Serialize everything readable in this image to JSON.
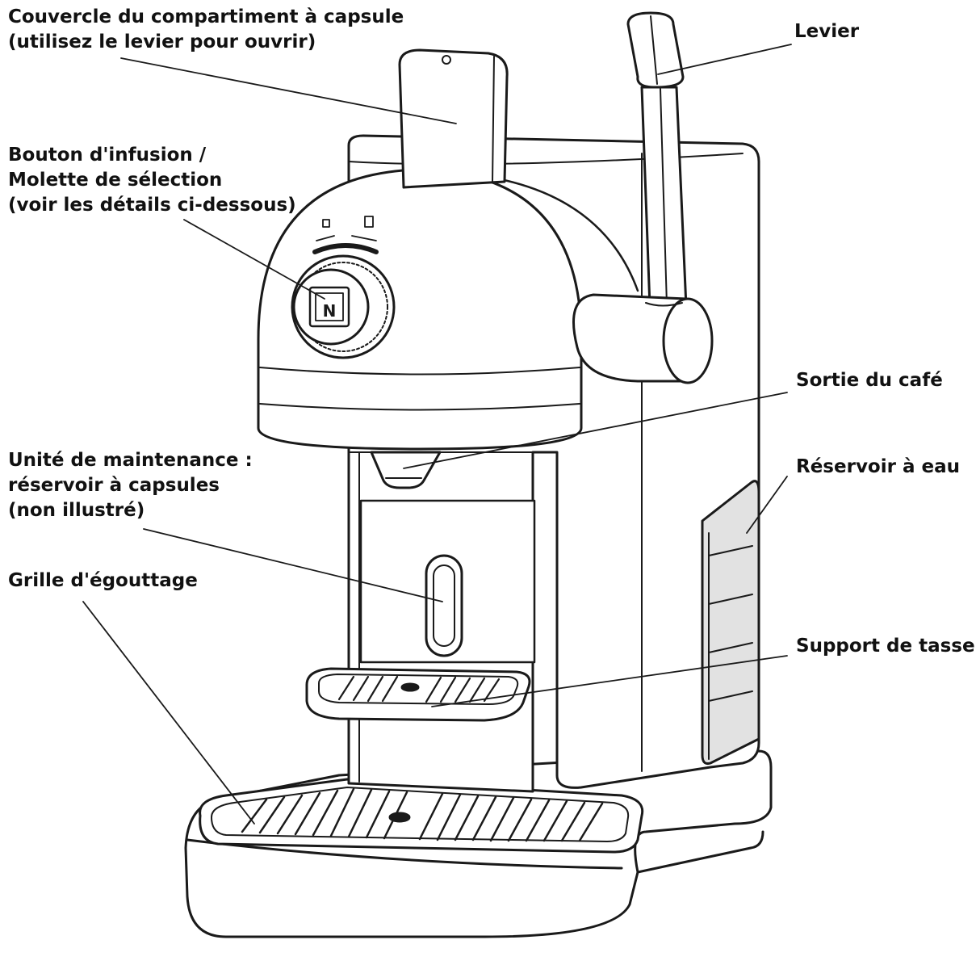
{
  "labels": {
    "lid": [
      "Couvercle du compartiment à capsule",
      "(utilisez le levier pour ouvrir)"
    ],
    "lever": "Levier",
    "brew_button": [
      "Bouton d'infusion /",
      "Molette de sélection",
      "(voir les détails ci-dessous)"
    ],
    "coffee_outlet": "Sortie du café",
    "maintenance_unit": [
      "Unité de maintenance :",
      "réservoir à capsules",
      "(non illustré)"
    ],
    "water_tank": "Réservoir à eau",
    "drip_grid": "Grille d'égouttage",
    "cup_support": "Support de tasse"
  },
  "logo_letter": "N",
  "colors": {
    "ink": "#1a1a1a",
    "fill": "#ffffff",
    "tank": "#e2e2e2"
  }
}
